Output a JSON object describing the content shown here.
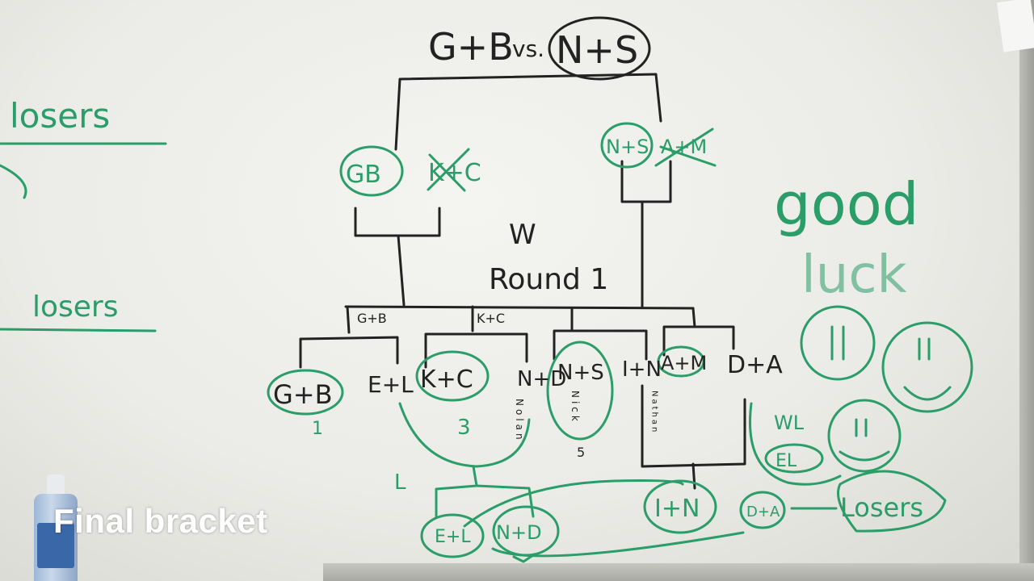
{
  "whiteboard": {
    "title_left": "G+B",
    "title_vs": "vs.",
    "title_right": "N+S",
    "left_notes": [
      "losers",
      "losers"
    ],
    "finals": {
      "left_winner": "GB",
      "left_crossed": "K+C",
      "right_winner": "N+S",
      "right_crossed": "A+M"
    },
    "round_label_1": "W",
    "round_label_2": "Round 1",
    "semi_labels": [
      "G+B",
      "K+C"
    ],
    "round1_teams": [
      "G+B",
      "E+L",
      "K+C",
      "N+D",
      "N+S",
      "I+N",
      "A+M",
      "D+A"
    ],
    "seeds": [
      "1",
      "3",
      "5"
    ],
    "vertical_names": [
      "Nolan",
      "Nick",
      "Nathan"
    ],
    "losers_bracket": [
      "L",
      "E+L",
      "N+D",
      "I+N",
      "D+A"
    ],
    "losers_label": "Losers",
    "legend": [
      "WL",
      "EL"
    ],
    "message_1": "good",
    "message_2": "luck"
  },
  "caption": "Final bracket",
  "colors": {
    "black_marker": "#222222",
    "green_marker": "#2a9d68",
    "caption": "#ffffff"
  }
}
